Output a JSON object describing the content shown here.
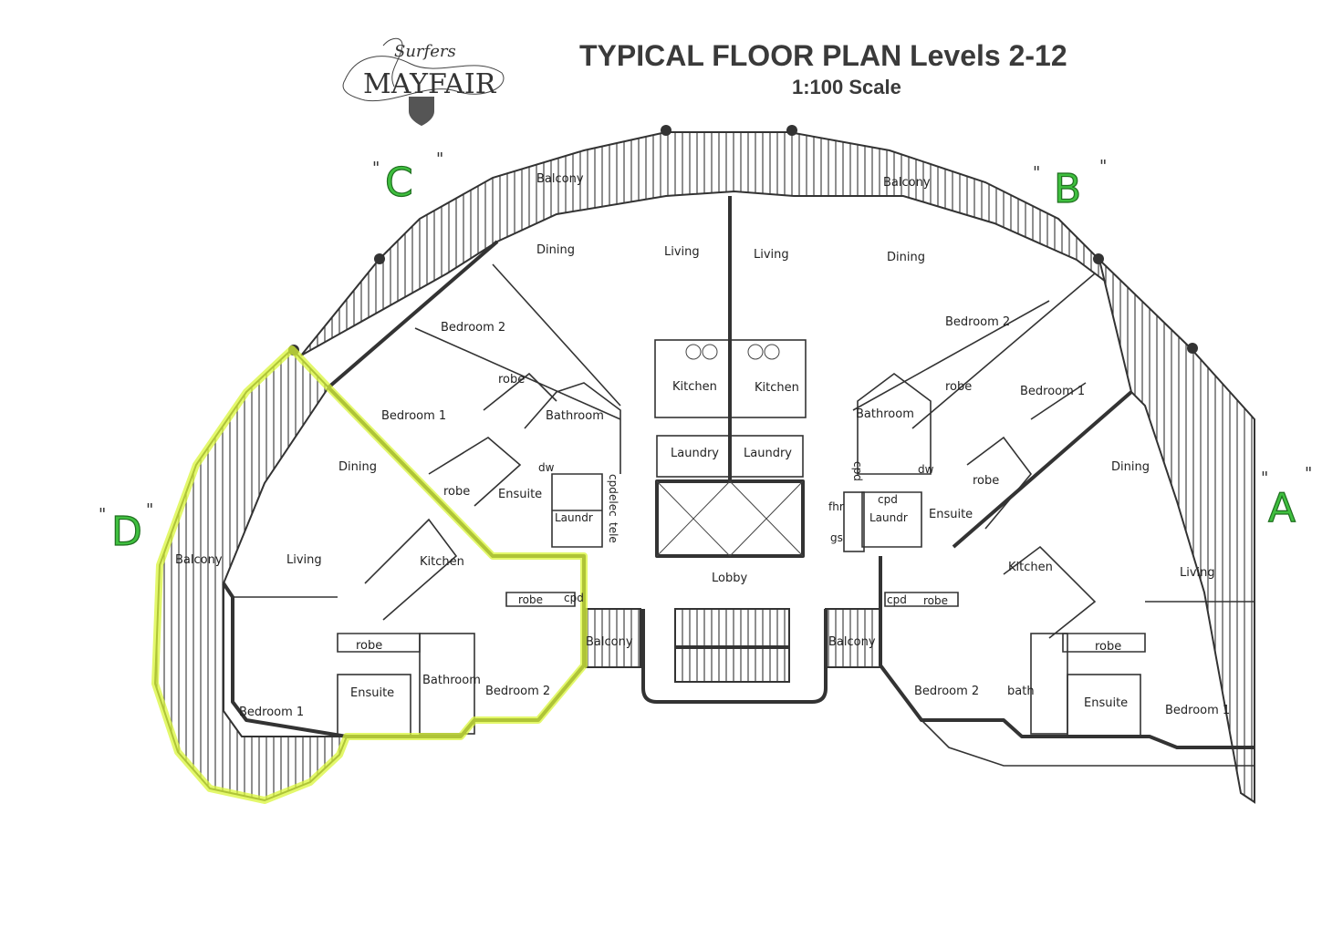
{
  "header": {
    "title": "TYPICAL FLOOR PLAN Levels 2-12",
    "scale": "1:100 Scale",
    "logo_text": "Surfers MAYFAIR"
  },
  "colors": {
    "wall": "#333333",
    "unit_label": "#3fbf3f",
    "highlight": "#d9f53a"
  },
  "units": {
    "a": "A",
    "b": "B",
    "c": "C",
    "d": "D",
    "highlighted": "D"
  },
  "labels": {
    "balcony_c": "Balcony",
    "balcony_b": "Balcony",
    "balcony_d": "Balcony",
    "balcony_lobby_left": "Balcony",
    "balcony_lobby_right": "Balcony",
    "c_dining": "Dining",
    "c_living": "Living",
    "c_bedroom2": "Bedroom 2",
    "c_bedroom1": "Bedroom 1",
    "c_robe1": "robe",
    "c_robe2": "robe",
    "c_bathroom": "Bathroom",
    "c_ensuite": "Ensuite",
    "c_kitchen": "Kitchen",
    "c_laundry": "Laundry",
    "c_dw": "dw",
    "c_cpd": "cpd",
    "c_elec": "elec",
    "c_tele": "tele",
    "c_laundr": "Laundr",
    "b_living": "Living",
    "b_dining": "Dining",
    "b_bedroom2": "Bedroom 2",
    "b_bedroom1": "Bedroom 1",
    "b_robe1": "robe",
    "b_robe2": "robe",
    "b_bathroom": "Bathroom",
    "b_ensuite": "Ensuite",
    "b_kitchen": "Kitchen",
    "b_laundry": "Laundry",
    "b_dw": "dw",
    "b_cpd1": "cpd",
    "b_cpd2": "cpd",
    "b_laundr": "Laundr",
    "fhr": "fhr",
    "gs": "gs",
    "lobby": "Lobby",
    "d_dining": "Dining",
    "d_living": "Living",
    "d_kitchen": "Kitchen",
    "d_robe": "robe",
    "d_robe_small": "robe",
    "d_cpd": "cpd",
    "d_bathroom": "Bathroom",
    "d_ensuite": "Ensuite",
    "d_bedroom1": "Bedroom 1",
    "d_bedroom2": "Bedroom 2",
    "a_dining": "Dining",
    "a_living": "Living",
    "a_kitchen": "Kitchen",
    "a_robe_small": "robe",
    "a_cpd": "cpd",
    "a_robe": "robe",
    "a_bath": "bath",
    "a_ensuite": "Ensuite",
    "a_bedroom1": "Bedroom 1",
    "a_bedroom2": "Bedroom 2"
  }
}
